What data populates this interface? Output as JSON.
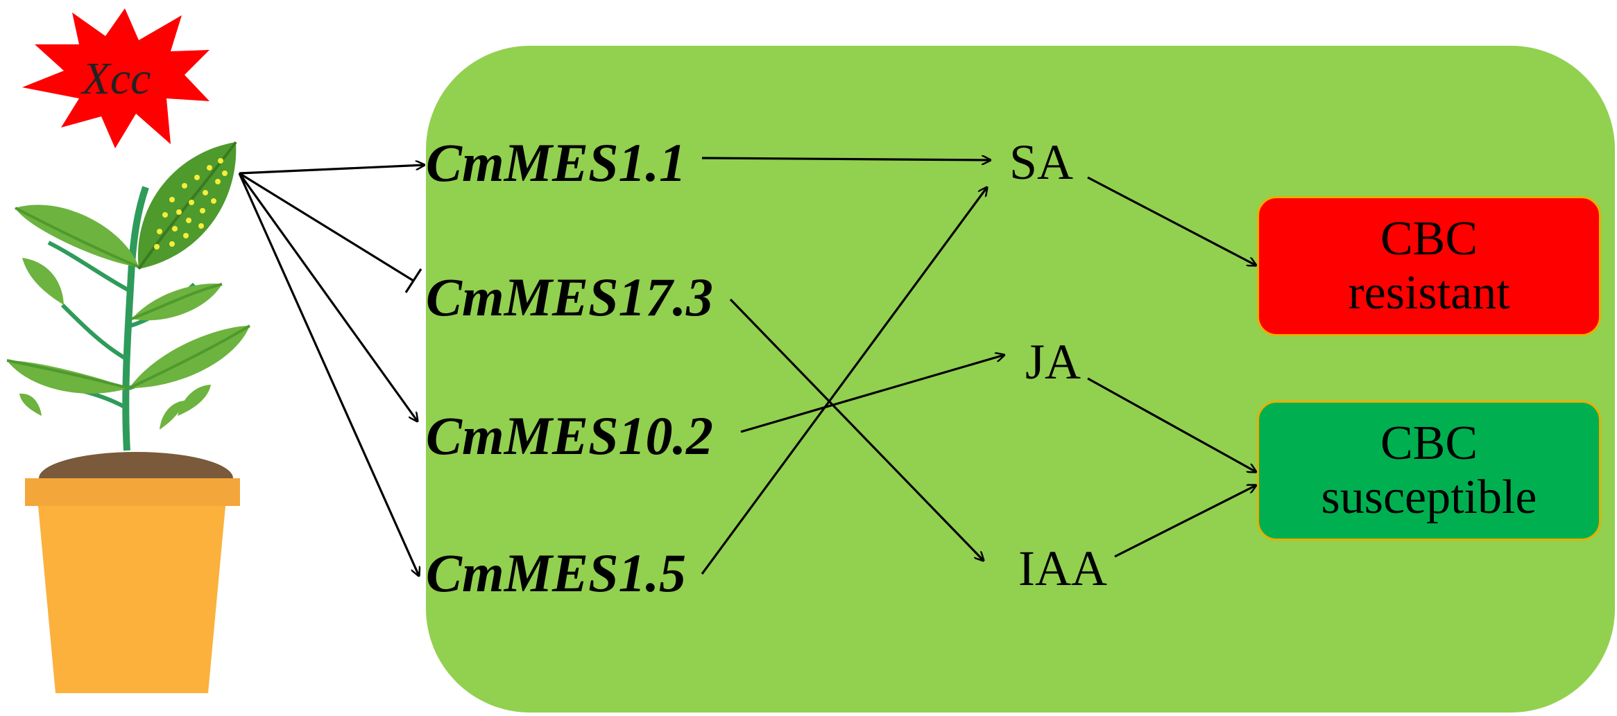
{
  "pathogen": {
    "label": "Xcc"
  },
  "genes": [
    {
      "id": "g1",
      "label": "CmMES1.1"
    },
    {
      "id": "g2",
      "label": "CmMES17.3"
    },
    {
      "id": "g3",
      "label": "CmMES10.2"
    },
    {
      "id": "g4",
      "label": "CmMES1.5"
    }
  ],
  "hormones": [
    {
      "id": "sa",
      "label": "SA"
    },
    {
      "id": "ja",
      "label": "JA"
    },
    {
      "id": "iaa",
      "label": "IAA"
    }
  ],
  "outcomes": [
    {
      "id": "resistant",
      "line1": "CBC",
      "line2": "resistant",
      "color": "#ff0000"
    },
    {
      "id": "susceptible",
      "line1": "CBC",
      "line2": "susceptible",
      "color": "#00b050"
    }
  ],
  "edges": [
    {
      "from": "plant",
      "to": "CmMES1.1",
      "type": "activation"
    },
    {
      "from": "plant",
      "to": "CmMES17.3",
      "type": "inhibition"
    },
    {
      "from": "plant",
      "to": "CmMES10.2",
      "type": "activation"
    },
    {
      "from": "plant",
      "to": "CmMES1.5",
      "type": "activation"
    },
    {
      "from": "CmMES1.1",
      "to": "SA",
      "type": "activation"
    },
    {
      "from": "CmMES1.5",
      "to": "SA",
      "type": "activation"
    },
    {
      "from": "CmMES10.2",
      "to": "JA",
      "type": "activation"
    },
    {
      "from": "CmMES17.3",
      "to": "IAA",
      "type": "activation"
    },
    {
      "from": "SA",
      "to": "CBC resistant",
      "type": "activation"
    },
    {
      "from": "JA",
      "to": "CBC susceptible",
      "type": "activation"
    },
    {
      "from": "IAA",
      "to": "CBC susceptible",
      "type": "activation"
    }
  ],
  "colors": {
    "panel": "#92d050",
    "pathogen_star": "#ff0000",
    "pot": "#fbb13c",
    "pot_rim": "#f3a73a",
    "soil": "#7a5a3a",
    "stem": "#2e9b5a",
    "leaf": "#6db33f",
    "leaf_dark": "#4e9a2d",
    "spots": "#f6ee3a"
  }
}
